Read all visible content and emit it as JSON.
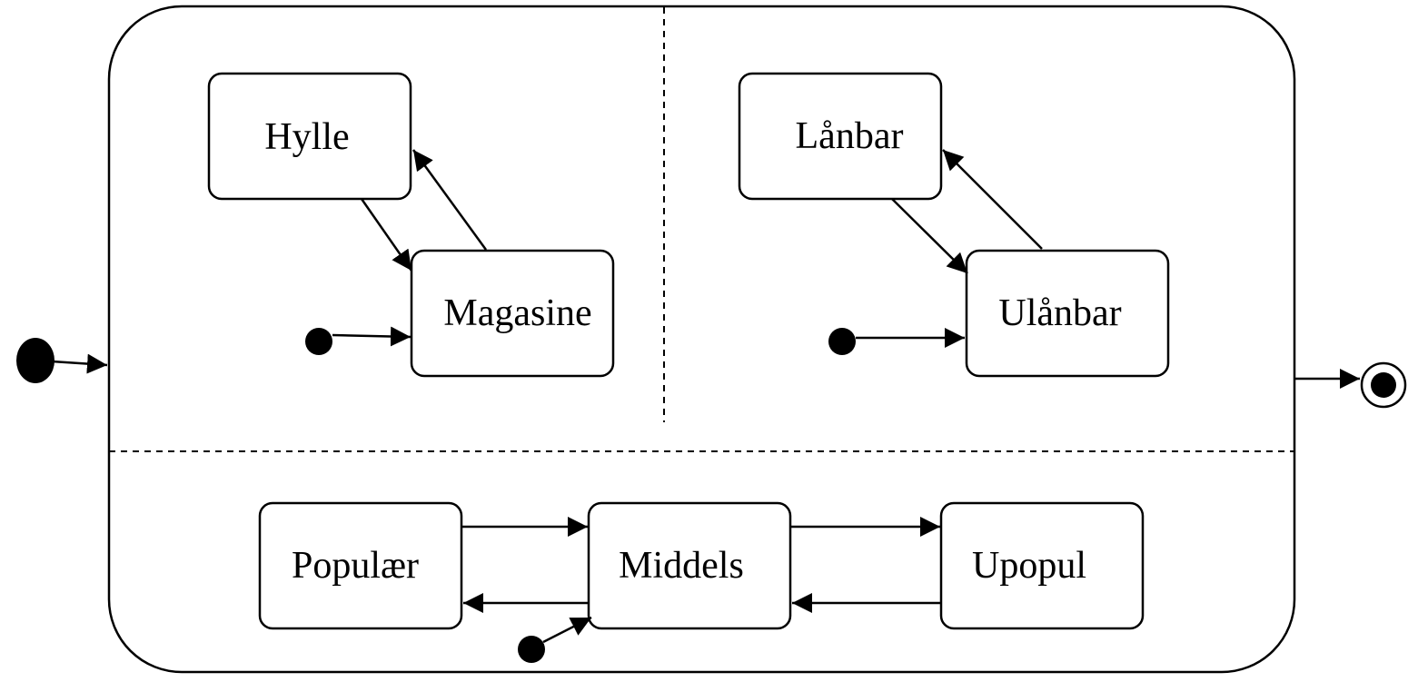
{
  "colors": {
    "stroke": "#000000",
    "background": "#ffffff"
  },
  "states": {
    "hylle": "Hylle",
    "magasine": "Magasine",
    "laanbar": "Lånbar",
    "ulaanbar": "Ulånbar",
    "populaer": "Populær",
    "middels": "Middels",
    "upopul": "Upopul"
  }
}
